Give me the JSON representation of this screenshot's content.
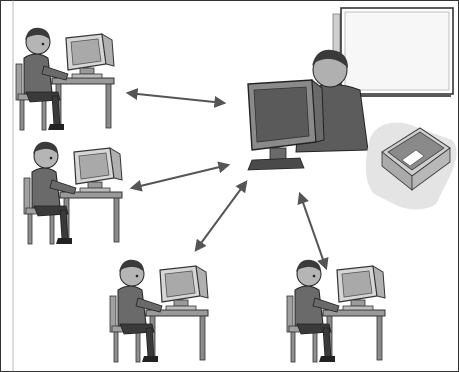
{
  "diagram": {
    "kind": "classroom-network-illustration",
    "style": "grayscale clip-art",
    "nodes": [
      {
        "id": "teacher",
        "role": "central instructor workstation"
      },
      {
        "id": "whiteboard",
        "role": "presentation board"
      },
      {
        "id": "scanner",
        "role": "peripheral device"
      },
      {
        "id": "student-1",
        "role": "student workstation"
      },
      {
        "id": "student-2",
        "role": "student workstation"
      },
      {
        "id": "student-3",
        "role": "student workstation"
      },
      {
        "id": "student-4",
        "role": "student workstation"
      }
    ],
    "links": [
      {
        "from": "student-1",
        "to": "teacher",
        "bidirectional": true
      },
      {
        "from": "student-2",
        "to": "teacher",
        "bidirectional": true
      },
      {
        "from": "student-3",
        "to": "teacher",
        "bidirectional": true
      },
      {
        "from": "student-4",
        "to": "teacher",
        "bidirectional": true
      }
    ]
  },
  "colors": {
    "background": "#ffffff",
    "border": "#333333",
    "dark": "#3a3a3a",
    "mid": "#7a7a7a",
    "light": "#c8c8c8",
    "skin": "#b5b5b5",
    "arrow": "#555555"
  }
}
